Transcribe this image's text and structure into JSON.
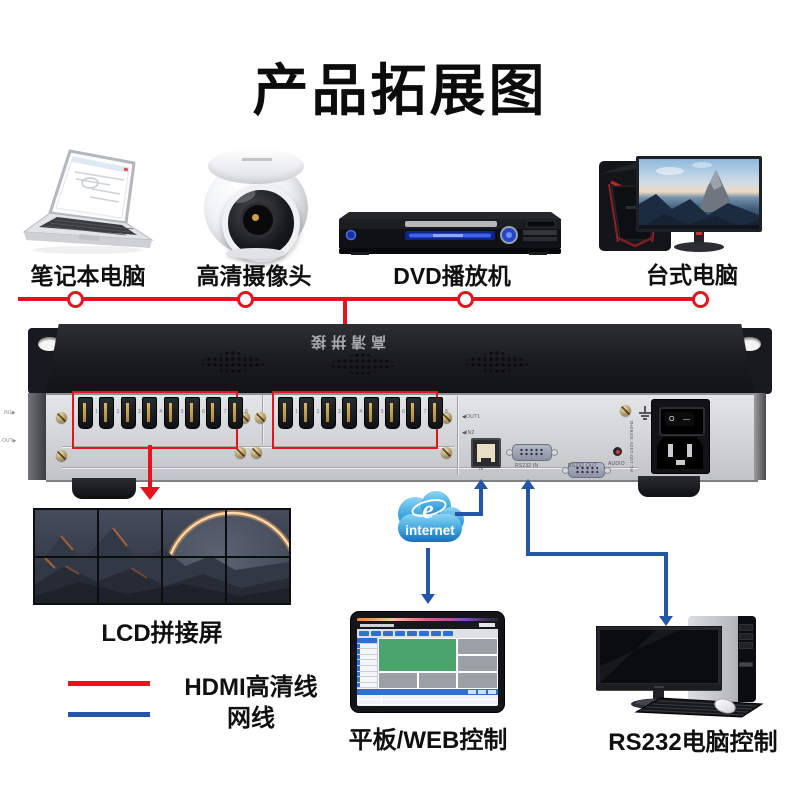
{
  "title": "产品拓展图",
  "colors": {
    "hdmi_line": "#e8121e",
    "net_line": "#2456a8"
  },
  "sources": {
    "laptop_label": "笔记本电脑",
    "camera_label": "高清摄像头",
    "dvd_label": "DVD播放机",
    "desktop_label": "台式电脑"
  },
  "device": {
    "top_logo": "高清拼接",
    "hdmi_port_numbers": [
      "1",
      "2",
      "3",
      "4",
      "5",
      "6",
      "7",
      "8"
    ],
    "edge_in": "IN1▶",
    "edge_out": "OUT▶",
    "io": {
      "out1": "◀OUT1",
      "in2": "◀IN2",
      "ip": "IP",
      "rs232_in": "RS232 IN",
      "rs232_out": "RS232 OUT",
      "audio": "AUDIO",
      "power": "AC 100-240V 50/60Hz",
      "switch_off": "O",
      "switch_on": "—"
    }
  },
  "internet": {
    "label": "internet",
    "logo": "e"
  },
  "outputs": {
    "lcd_label": "LCD拼接屏",
    "tablet_label": "平板/WEB控制",
    "pc_label": "RS232电脑控制"
  },
  "legend": {
    "hdmi": "HDMI高清线",
    "net": "网线"
  }
}
